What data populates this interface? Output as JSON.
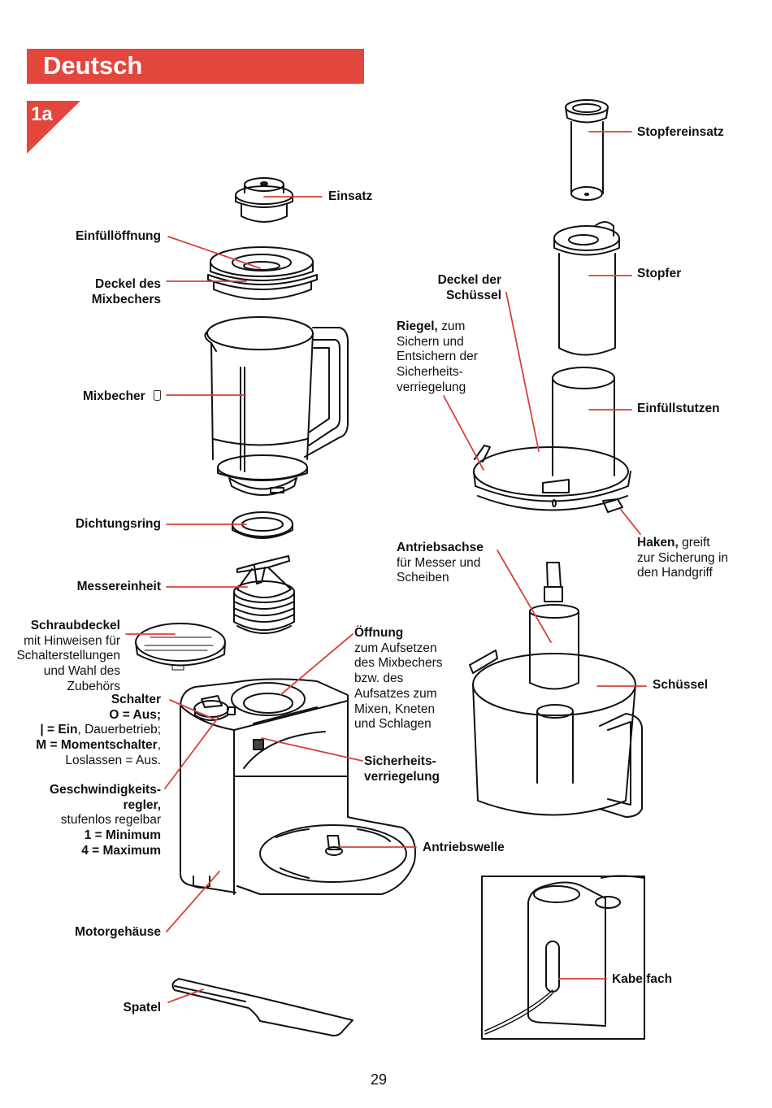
{
  "header": {
    "language": "Deutsch",
    "figure": "1a",
    "accent_color": "#e2463d"
  },
  "labels": {
    "einsatz": "Einsatz",
    "einfuelloeffnung": "Einfüllöffnung",
    "deckel_mixbecher": [
      "Deckel des",
      "Mixbechers"
    ],
    "mixbecher": "Mixbecher",
    "mixbecher_icon": "jug-icon",
    "dichtungsring": "Dichtungsring",
    "messereinheit": "Messereinheit",
    "schraubdeckel": {
      "title": "Schraubdeckel",
      "lines": [
        "mit Hinweisen für",
        "Schalterstellungen",
        "und Wahl des",
        "Zubehörs"
      ]
    },
    "schalter": {
      "title": "Schalter",
      "off": "O = Aus;",
      "on_bold": "| = Ein",
      "on_rest": ", Dauerbetrieb;",
      "moment_bold": "M = Momentschalter",
      "moment_rest": ",",
      "release": "Loslassen = Aus."
    },
    "geschwindigkeit": {
      "title_1": "Geschwindigkeits-",
      "title_2": "regler,",
      "desc": "stufenlos regelbar",
      "min": "1 = Minimum",
      "max": "4 = Maximum"
    },
    "motorgehaeuse": "Motorgehäuse",
    "spatel": "Spatel",
    "oeffnung": {
      "title": "Öffnung",
      "lines": [
        "zum Aufsetzen",
        "des Mixbechers",
        "bzw. des",
        "Aufsatzes zum",
        "Mixen, Kneten",
        "und Schlagen"
      ]
    },
    "sicherheitsverriegelung": [
      "Sicherheits-",
      "verriegelung"
    ],
    "antriebswelle": "Antriebswelle",
    "stopfereinsatz": "Stopfereinsatz",
    "stopfer": "Stopfer",
    "deckel_schuessel": [
      "Deckel der",
      "Schüssel"
    ],
    "riegel": {
      "title": "Riegel,",
      "rest": " zum",
      "lines": [
        "Sichern und",
        "Entsichern der",
        "Sicherheits-",
        "verriegelung"
      ]
    },
    "einfuellstutzen": "Einfüllstutzen",
    "haken": {
      "title": "Haken,",
      "rest": " greift",
      "lines": [
        "zur Sicherung in",
        "den Handgriff"
      ]
    },
    "antriebsachse": {
      "title": "Antriebsachse",
      "lines": [
        "für Messer und",
        "Scheiben"
      ]
    },
    "schuessel": "Schüssel",
    "kabelfach": "Kabelfach"
  },
  "footer": {
    "page_number": "29"
  }
}
